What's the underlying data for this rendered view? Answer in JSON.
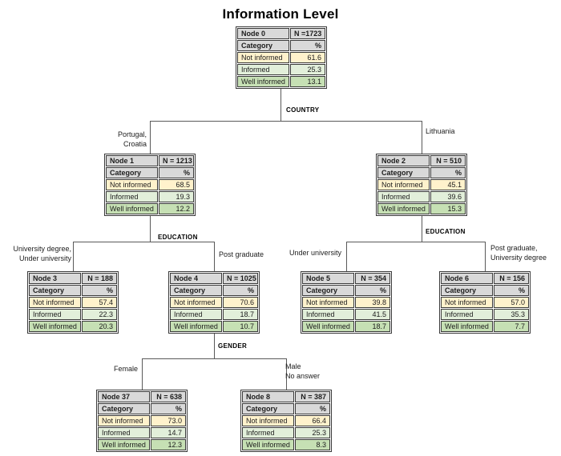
{
  "title": "Information Level",
  "table_labels": {
    "category": "Category",
    "percent": "%",
    "categories": [
      "Not informed",
      "Informed",
      "Well informed"
    ]
  },
  "nodes": {
    "n0": {
      "name": "Node 0",
      "n": "N =1723",
      "values": [
        "61.6",
        "25.3",
        "13.1"
      ]
    },
    "n1": {
      "name": "Node 1",
      "n": "N = 1213",
      "values": [
        "68.5",
        "19.3",
        "12.2"
      ]
    },
    "n2": {
      "name": "Node 2",
      "n": "N = 510",
      "values": [
        "45.1",
        "39.6",
        "15.3"
      ]
    },
    "n3": {
      "name": "Node 3",
      "n": "N = 188",
      "values": [
        "57.4",
        "22.3",
        "20.3"
      ]
    },
    "n4": {
      "name": "Node 4",
      "n": "N = 1025",
      "values": [
        "70.6",
        "18.7",
        "10.7"
      ]
    },
    "n5": {
      "name": "Node 5",
      "n": "N = 354",
      "values": [
        "39.8",
        "41.5",
        "18.7"
      ]
    },
    "n6": {
      "name": "Node 6",
      "n": "N = 156",
      "values": [
        "57.0",
        "35.3",
        "7.7"
      ]
    },
    "n37": {
      "name": "Node 37",
      "n": "N = 638",
      "values": [
        "73.0",
        "14.7",
        "12.3"
      ]
    },
    "n8": {
      "name": "Node 8",
      "n": "N = 387",
      "values": [
        "66.4",
        "25.3",
        "8.3"
      ]
    }
  },
  "splits": {
    "country": {
      "label": "COUNTRY",
      "parent": "Node 0",
      "left": {
        "lines": [
          "Portugal,",
          "Croatia"
        ],
        "child": "Node 1"
      },
      "right": {
        "lines": [
          "Lithuania"
        ],
        "child": "Node 2"
      }
    },
    "education_left": {
      "label": "EDUCATION",
      "parent": "Node 1",
      "left": {
        "lines": [
          "University degree,",
          "Under university"
        ],
        "child": "Node 3"
      },
      "right": {
        "lines": [
          "Post graduate"
        ],
        "child": "Node 4"
      }
    },
    "education_right": {
      "label": "EDUCATION",
      "parent": "Node 2",
      "left": {
        "lines": [
          "Under university"
        ],
        "child": "Node 5"
      },
      "right": {
        "lines": [
          "Post graduate,",
          "University degree"
        ],
        "child": "Node 6"
      }
    },
    "gender": {
      "label": "GENDER",
      "parent": "Node 4",
      "left": {
        "lines": [
          "Female"
        ],
        "child": "Node 37"
      },
      "right": {
        "lines": [
          "Male",
          "No answer"
        ],
        "child": "Node 8"
      }
    }
  },
  "colors": {
    "header_bg": "#d9d9d9",
    "not_informed_bg": "#fff2cc",
    "informed_bg": "#e2efda",
    "well_informed_bg": "#c6e0b4",
    "cell_border": "#3a3a3a",
    "connector": "#595959"
  }
}
